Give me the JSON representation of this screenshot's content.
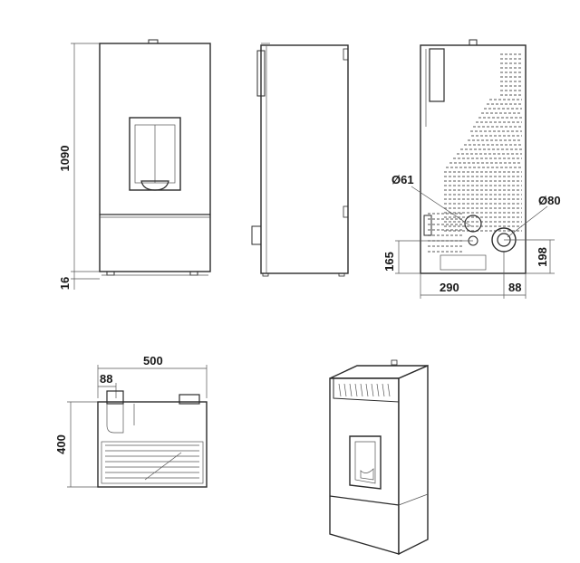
{
  "views": {
    "front": {
      "height_total": "1090",
      "foot_height": "16"
    },
    "rear": {
      "diameter_left": "Ø61",
      "diameter_right": "Ø80",
      "height_left": "165",
      "height_right": "198",
      "width_left": "290",
      "width_right": "88"
    },
    "top": {
      "width": "500",
      "offset": "88",
      "depth": "400"
    }
  }
}
